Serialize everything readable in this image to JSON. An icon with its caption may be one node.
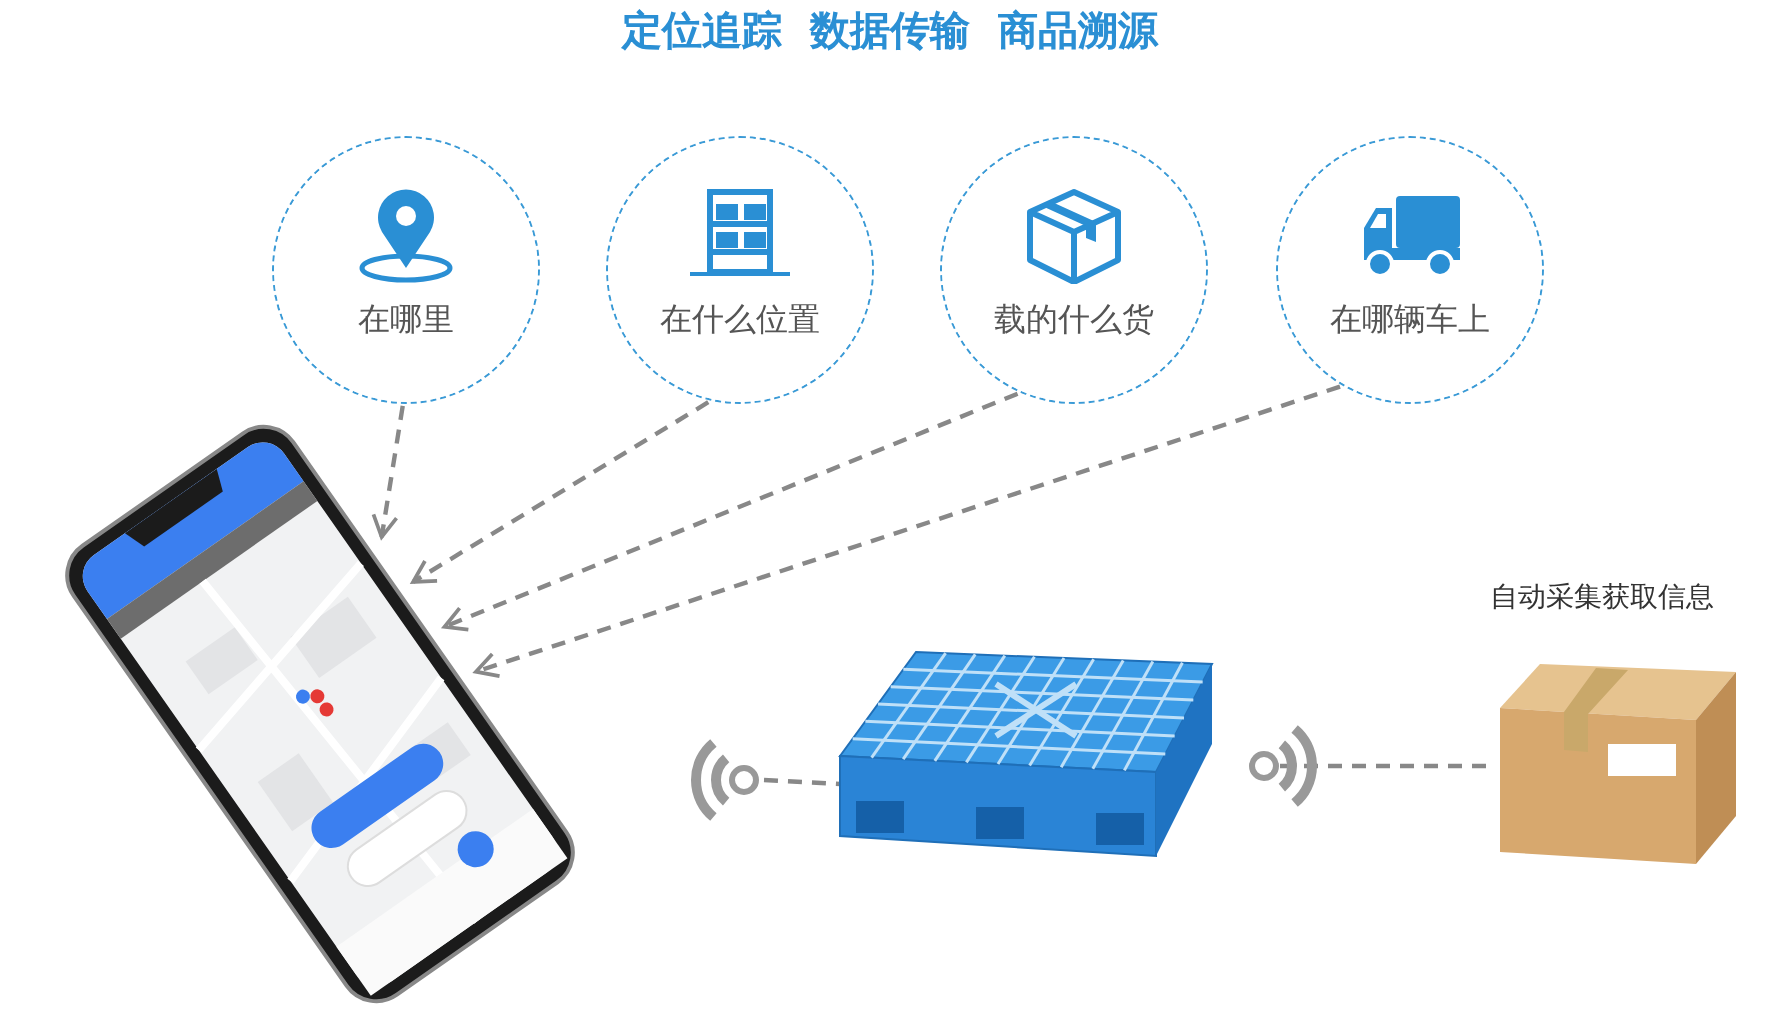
{
  "diagram": {
    "title": "定位追踪  数据传输  商品溯源",
    "nodes": [
      {
        "text": [
          "在哪里"
        ]
      },
      {
        "text": [
          "在什么位置"
        ]
      },
      {
        "text": [
          "载的什么货"
        ]
      },
      {
        "text": [
          "在哪辆车上"
        ]
      },
      {
        "text": [],
        "shape": "picture"
      },
      {
        "text": [],
        "shape": "picture"
      },
      {
        "text": [],
        "shape": "picture"
      },
      {
        "text": [],
        "shape": "picture"
      },
      {
        "text": [],
        "shape": "picture",
        "beside": [
          "自动采集获取信息"
        ]
      }
    ],
    "edges": [
      {
        "from": 0,
        "to": 4,
        "arrow": "to",
        "style": "dashed"
      },
      {
        "from": 1,
        "to": 4,
        "arrow": "to",
        "style": "dashed"
      },
      {
        "from": 2,
        "to": 4,
        "arrow": "to",
        "style": "dashed"
      },
      {
        "from": 3,
        "to": 4,
        "arrow": "to",
        "style": "dashed"
      },
      {
        "from": 5,
        "to": 6,
        "arrow": "none",
        "style": "dashed"
      },
      {
        "from": 7,
        "to": 8,
        "arrow": "none",
        "style": "dashed"
      }
    ]
  }
}
